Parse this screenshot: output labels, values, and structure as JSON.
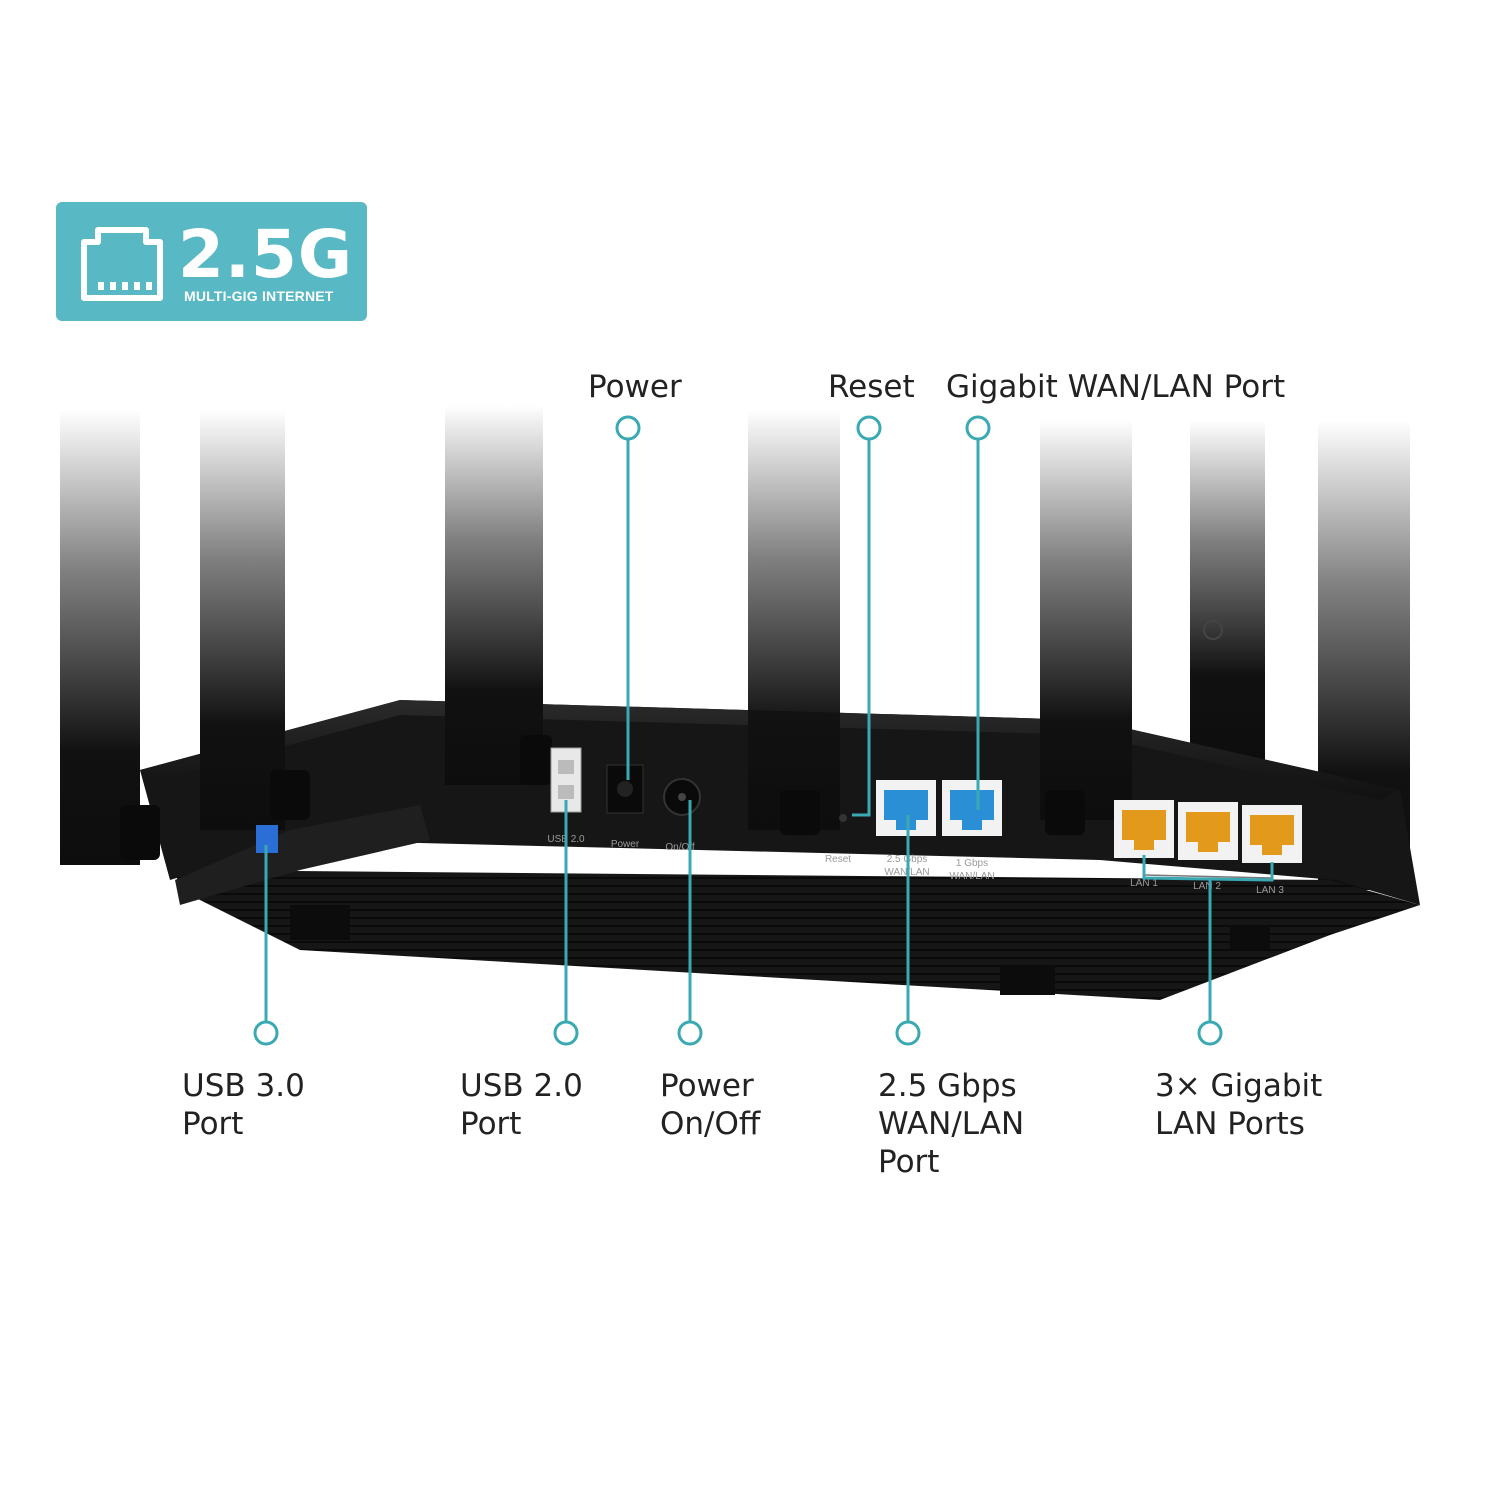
{
  "badge": {
    "headline": "2.5G",
    "subline": "MULTI-GIG INTERNET",
    "icon": "ethernet-port-icon",
    "color": "#58b9c4"
  },
  "callouts_top": {
    "power": "Power",
    "reset": "Reset",
    "gigabit_wan_lan": "Gigabit WAN/LAN Port"
  },
  "callouts_bottom": {
    "usb3": [
      "USB 3.0",
      "Port"
    ],
    "usb2": [
      "USB 2.0",
      "Port"
    ],
    "power_switch": [
      "Power",
      "On/Off"
    ],
    "wan_25": [
      "2.5 Gbps",
      "WAN/LAN",
      "Port"
    ],
    "lan": [
      "3× Gigabit",
      "LAN Ports"
    ]
  },
  "device_labels": {
    "usb20": "USB 2.0",
    "power": "Power",
    "onoff": "On/Off",
    "reset": "Reset",
    "wan25_line1": "2.5 Gbps",
    "wan25_line2": "WAN/LAN",
    "wan1_line1": "1 Gbps",
    "wan1_line2": "WAN/LAN",
    "lan1": "LAN 1",
    "lan2": "LAN 2",
    "lan3": "LAN 3"
  },
  "colors": {
    "leader": "#3aa9b3",
    "wan_port": "#2b8fd6",
    "lan_port": "#e39a1c",
    "router_body": "#151515"
  }
}
